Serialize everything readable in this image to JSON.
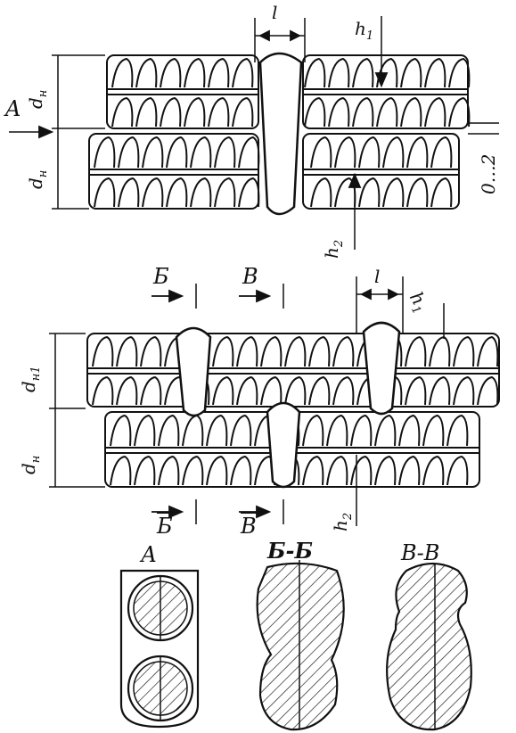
{
  "labels": {
    "l_top": "l",
    "h1_top": "h",
    "h1_top_sub": "1",
    "A_arrow": "A",
    "d_top1": "d",
    "d_top1_sub": "н",
    "d_top2": "d",
    "d_top2_sub": "н",
    "gap": "0…2",
    "h2_top": "h",
    "h2_top_sub": "2",
    "B_sec_top": "Б",
    "V_sec_top": "В",
    "l_mid": "l",
    "h1_mid": "h",
    "h1_mid_sub": "1",
    "d_mid1": "d",
    "d_mid1_sub": "н1",
    "d_mid2": "d",
    "d_mid2_sub": "н",
    "B_sec_bottom": "Б",
    "V_sec_bottom": "В",
    "h2_mid": "h",
    "h2_mid_sub": "2",
    "view_A": "А",
    "section_BB": "Б-Б",
    "section_VV": "В-В"
  },
  "colors": {
    "ink": "#111111",
    "paper": "#ffffff"
  }
}
